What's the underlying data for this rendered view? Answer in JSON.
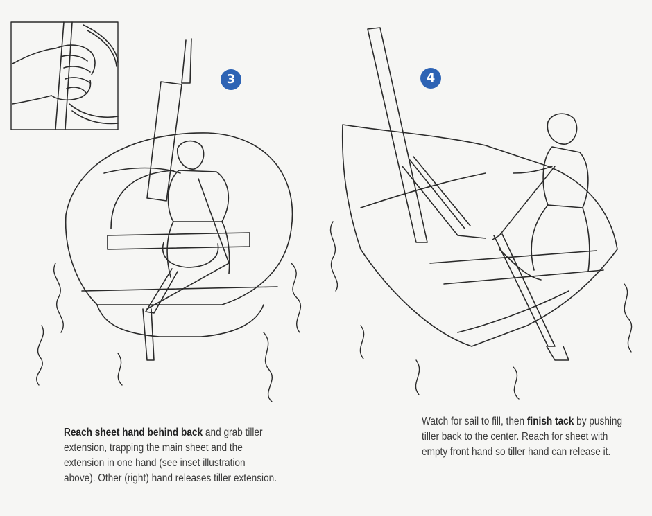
{
  "steps": [
    {
      "number": "3",
      "caption_bold": "Reach sheet hand behind back",
      "caption_rest": " and grab tiller extension, trapping the main sheet and the extension in one hand (see inset illustration above). Other (right) hand releases tiller extension."
    },
    {
      "number": "4",
      "caption_pre": "Watch for sail to fill, then ",
      "caption_bold": "finish tack",
      "caption_post": " by pushing tiller back to the center. Reach for sheet with empty front hand so tiller hand can release it."
    }
  ],
  "colors": {
    "badge": "#2d63b4",
    "ink": "#2a2a2a",
    "paper": "#f6f6f4"
  }
}
